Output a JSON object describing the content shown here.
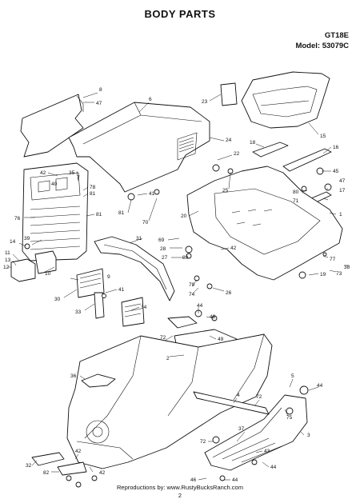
{
  "header": {
    "title": "BODY PARTS",
    "model_line1": "GT18E",
    "model_line2": "Model: 53079C"
  },
  "footer": {
    "credit": "Reproductions by: www.RustyBucksRanch.com",
    "page": "2"
  },
  "callouts": [
    {
      "id": "c8",
      "text": "8"
    },
    {
      "id": "c47a",
      "text": "47"
    },
    {
      "id": "c6",
      "text": "6"
    },
    {
      "id": "c23",
      "text": "23"
    },
    {
      "id": "c15",
      "text": "15"
    },
    {
      "id": "c18",
      "text": "18"
    },
    {
      "id": "c16",
      "text": "16"
    },
    {
      "id": "c24",
      "text": "24"
    },
    {
      "id": "c22",
      "text": "22"
    },
    {
      "id": "c45a",
      "text": "45"
    },
    {
      "id": "c42a",
      "text": "42"
    },
    {
      "id": "c35",
      "text": "35"
    },
    {
      "id": "c7",
      "text": "7"
    },
    {
      "id": "c78",
      "text": "78"
    },
    {
      "id": "c40",
      "text": "40"
    },
    {
      "id": "c81a",
      "text": "81"
    },
    {
      "id": "c41a",
      "text": "41"
    },
    {
      "id": "c25",
      "text": "25"
    },
    {
      "id": "c80",
      "text": "80"
    },
    {
      "id": "c17",
      "text": "17"
    },
    {
      "id": "c47b",
      "text": "47"
    },
    {
      "id": "c71",
      "text": "71"
    },
    {
      "id": "c20",
      "text": "20"
    },
    {
      "id": "c1",
      "text": "1"
    },
    {
      "id": "c76",
      "text": "76"
    },
    {
      "id": "c81b",
      "text": "81"
    },
    {
      "id": "c81c",
      "text": "81"
    },
    {
      "id": "c70",
      "text": "70"
    },
    {
      "id": "c14",
      "text": "14"
    },
    {
      "id": "c39",
      "text": "39"
    },
    {
      "id": "c31",
      "text": "31"
    },
    {
      "id": "c69",
      "text": "69"
    },
    {
      "id": "c42b",
      "text": "42"
    },
    {
      "id": "c11",
      "text": "11"
    },
    {
      "id": "c28",
      "text": "28"
    },
    {
      "id": "c13",
      "text": "13"
    },
    {
      "id": "c12",
      "text": "12"
    },
    {
      "id": "c27",
      "text": "27"
    },
    {
      "id": "c77",
      "text": "77"
    },
    {
      "id": "c38",
      "text": "38"
    },
    {
      "id": "c10",
      "text": "10"
    },
    {
      "id": "c9",
      "text": "9"
    },
    {
      "id": "c73",
      "text": "73"
    },
    {
      "id": "c19",
      "text": "19"
    },
    {
      "id": "c41b",
      "text": "41"
    },
    {
      "id": "c79",
      "text": "79"
    },
    {
      "id": "c30",
      "text": "30"
    },
    {
      "id": "c74",
      "text": "74"
    },
    {
      "id": "c26",
      "text": "26"
    },
    {
      "id": "c33",
      "text": "33"
    },
    {
      "id": "c34",
      "text": "34"
    },
    {
      "id": "c44a",
      "text": "44"
    },
    {
      "id": "c48",
      "text": "48"
    },
    {
      "id": "c72a",
      "text": "72"
    },
    {
      "id": "c49",
      "text": "49"
    },
    {
      "id": "c2",
      "text": "2"
    },
    {
      "id": "c36",
      "text": "36"
    },
    {
      "id": "c5",
      "text": "5"
    },
    {
      "id": "c44b",
      "text": "44"
    },
    {
      "id": "c4",
      "text": "4"
    },
    {
      "id": "c72b",
      "text": "72"
    },
    {
      "id": "c75",
      "text": "75"
    },
    {
      "id": "c37",
      "text": "37"
    },
    {
      "id": "c3",
      "text": "3"
    },
    {
      "id": "c72c",
      "text": "72"
    },
    {
      "id": "c43",
      "text": "43"
    },
    {
      "id": "c44c",
      "text": "44"
    },
    {
      "id": "c32",
      "text": "32"
    },
    {
      "id": "c42c",
      "text": "42"
    },
    {
      "id": "c82",
      "text": "82"
    },
    {
      "id": "c42d",
      "text": "42"
    },
    {
      "id": "c46",
      "text": "46"
    },
    {
      "id": "c44d",
      "text": "44"
    },
    {
      "id": "c80b",
      "text": "80"
    }
  ]
}
